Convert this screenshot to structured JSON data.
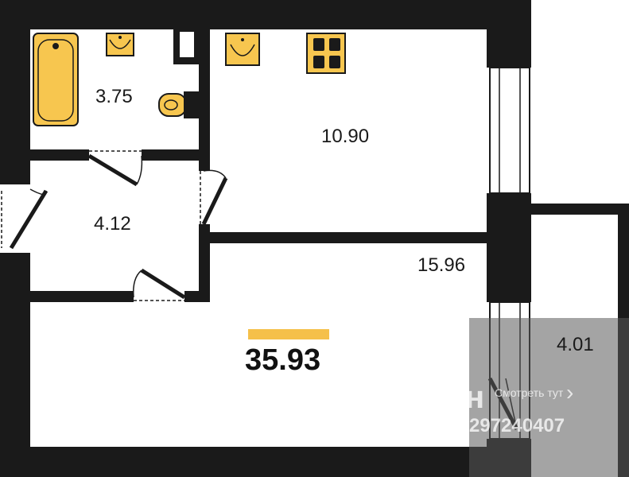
{
  "rooms": {
    "bathroom": "3.75",
    "kitchen": "10.90",
    "hall": "4.12",
    "living_room": "15.96",
    "balcony": "4.01"
  },
  "total_area": "35.93",
  "colors": {
    "wall": "#1a1a1a",
    "accent": "#f5c04a",
    "fixture_fill": "#f7c64f"
  },
  "watermark": {
    "brand": "Циан",
    "link": "Смотреть тут",
    "chevron": "›",
    "listing_id": "297240407"
  }
}
